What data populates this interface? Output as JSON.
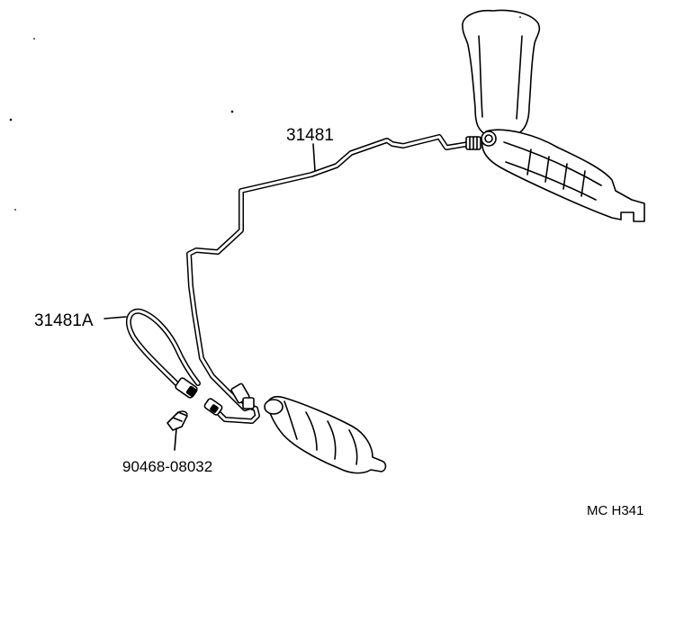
{
  "labels": {
    "tube": "31481",
    "hose": "31481A",
    "clip": "90468-08032",
    "code": "MC H341"
  }
}
